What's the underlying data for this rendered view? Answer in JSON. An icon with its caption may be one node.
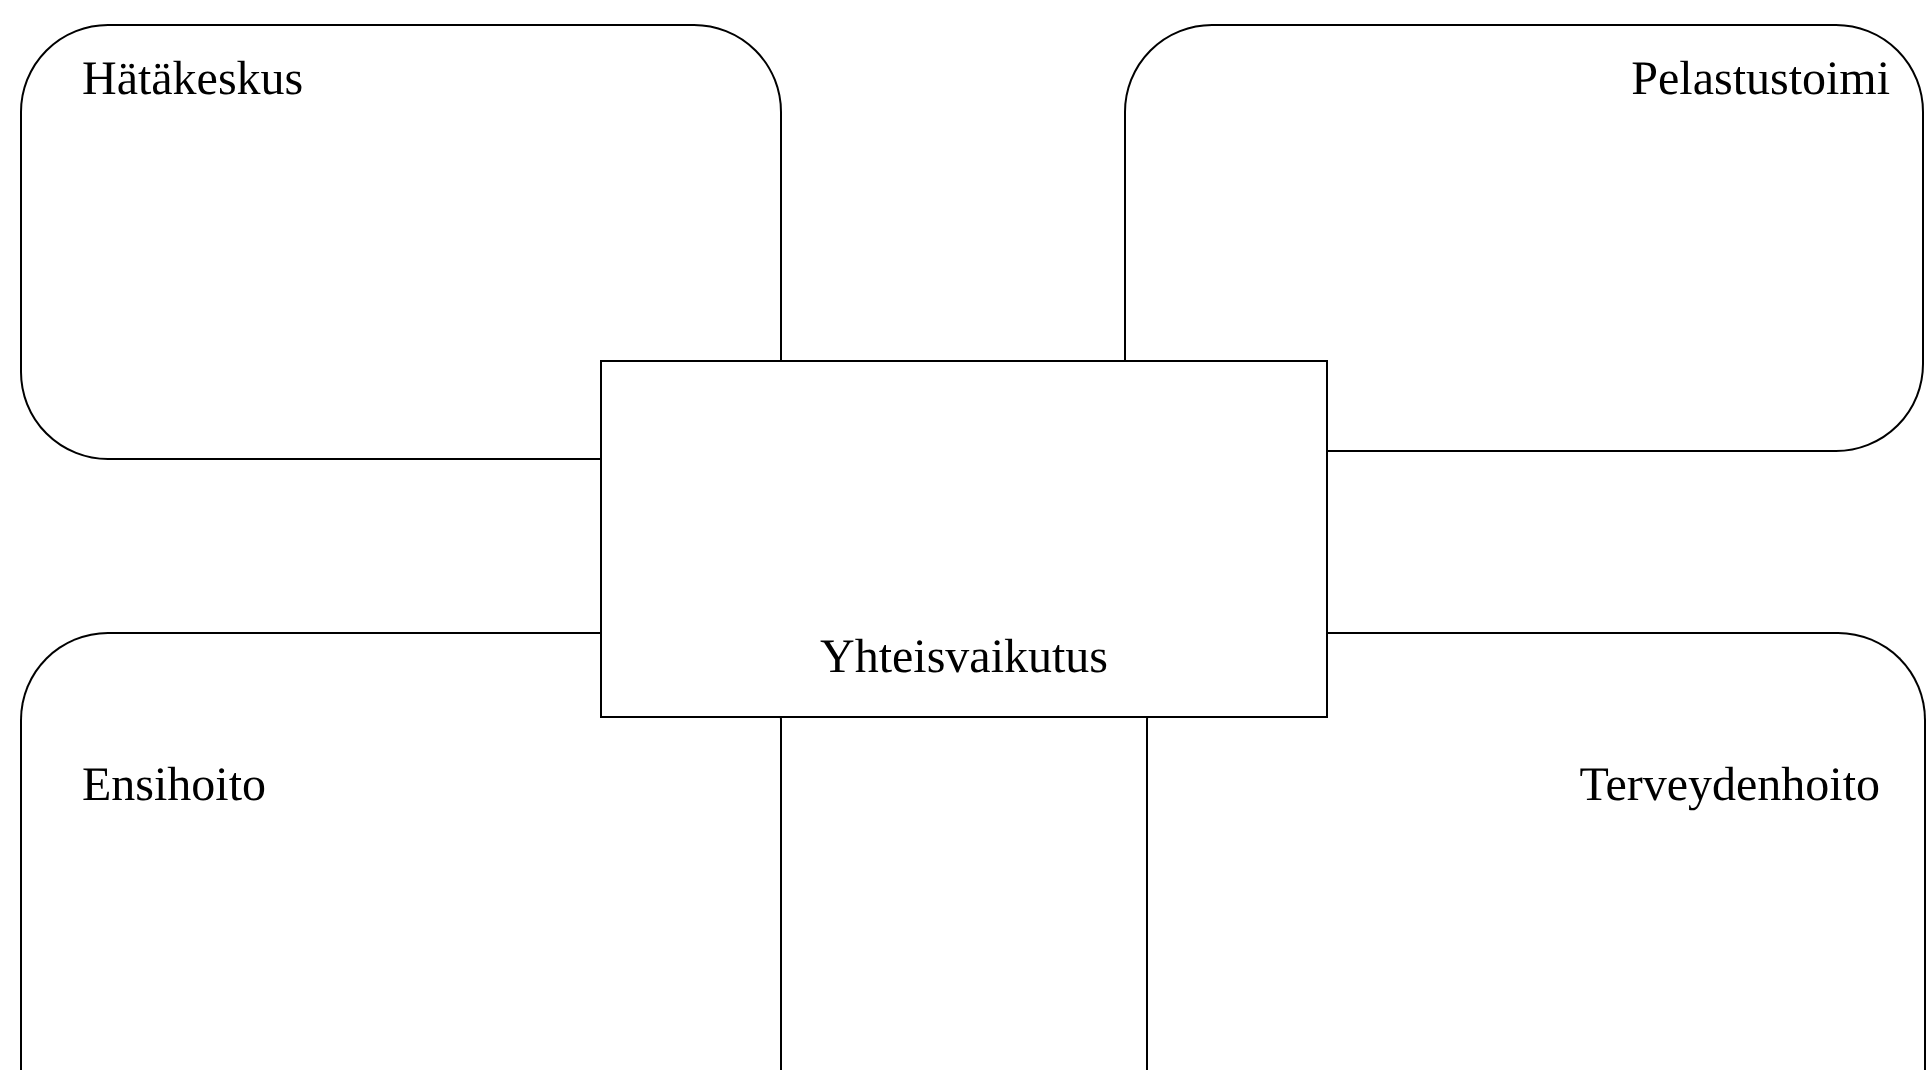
{
  "diagram": {
    "nodes": [
      {
        "text": [
          "Hätäkeskus"
        ]
      },
      {
        "text": [
          "Pelastustoimi"
        ]
      },
      {
        "text": [
          "Yhteisvaikutus"
        ]
      },
      {
        "text": [
          "Ensihoito"
        ]
      },
      {
        "text": [
          "Terveydenhoito"
        ]
      }
    ]
  }
}
